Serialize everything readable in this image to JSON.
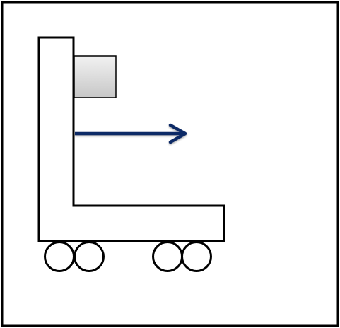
{
  "diagram": {
    "colors": {
      "background": "#ffffff",
      "stroke": "#000000",
      "block_gradient_top": "#f2f2f2",
      "block_gradient_bottom": "#c7c7c7",
      "arrow": "#0f2a66"
    },
    "elements": {
      "frame": "frame",
      "cart_body": "l-shaped-cart",
      "block": "small-block",
      "force_arrow": "arrow-right",
      "wheels": [
        "wheel",
        "wheel",
        "wheel",
        "wheel"
      ]
    }
  }
}
